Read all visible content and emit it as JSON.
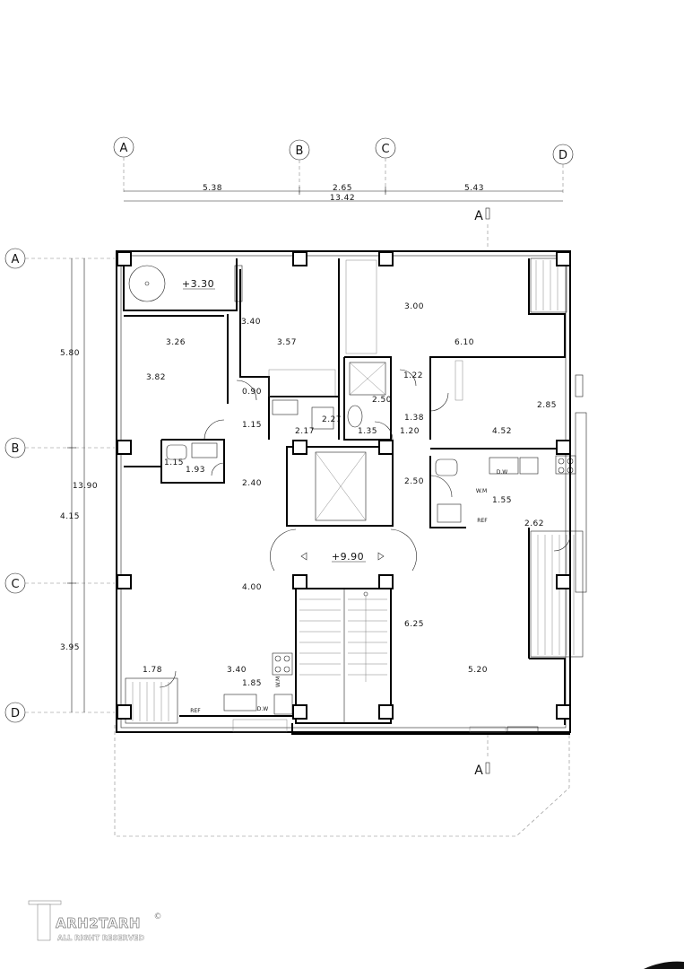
{
  "grid": {
    "top_labels": [
      "A",
      "B",
      "C",
      "D"
    ],
    "left_labels": [
      "A",
      "B",
      "C",
      "D"
    ]
  },
  "section_marks": {
    "top": "A",
    "bottom": "A"
  },
  "dimensions": {
    "top_spans": [
      "5.38",
      "2.65",
      "5.43"
    ],
    "top_total": "13.42",
    "left_spans": [
      "5.80",
      "4.15",
      "3.95"
    ],
    "left_total": "13.90"
  },
  "levels": {
    "upper": "+3.30",
    "lobby": "+9.90"
  },
  "room_dims": {
    "d326": "3.26",
    "d340a": "3.40",
    "d357": "3.57",
    "d300": "3.00",
    "d610": "6.10",
    "d382": "3.82",
    "d090": "0.90",
    "d250a": "2.50",
    "d122": "1.22",
    "d285": "2.85",
    "d115a": "1.15",
    "d227": "2.27",
    "d138": "1.38",
    "d217": "2.17",
    "d135": "1.35",
    "d120": "1.20",
    "d452": "4.52",
    "d115b": "1.15",
    "d193": "1.93",
    "d240": "2.40",
    "d250b": "2.50",
    "d155": "1.55",
    "d262": "2.62",
    "d400": "4.00",
    "d625": "6.25",
    "d178": "1.78",
    "d340b": "3.40",
    "d185": "1.85",
    "d520": "5.20"
  },
  "fixture_labels": {
    "dw_right": "D.W",
    "wm": "W.M",
    "ref_right": "REF",
    "ref_bottom": "REF",
    "dw_bottom": "D.W",
    "wm_vertical": "W.M"
  },
  "watermark": {
    "brand": "ARH2TARH",
    "rights": "ALL RIGHT RESERVED",
    "symbol": "©"
  }
}
